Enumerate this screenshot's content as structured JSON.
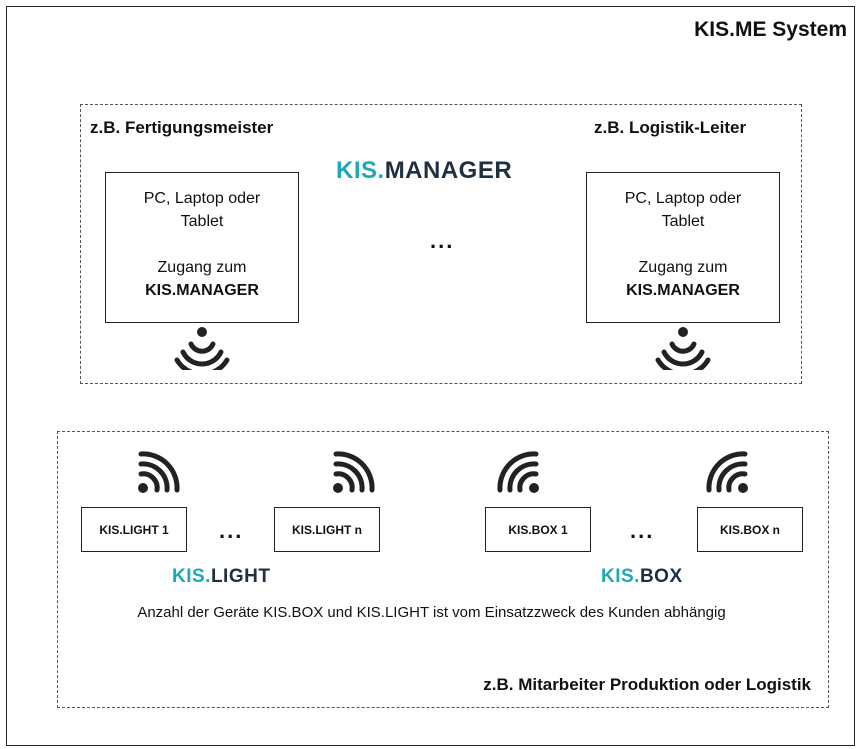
{
  "system_title": "KIS.ME System",
  "manager_group": {
    "label_left": "z.B. Fertigungsmeister",
    "label_right": "z.B. Logistik-Leiter",
    "brand_prefix": "KIS.",
    "brand_suffix": "MANAGER",
    "ellipsis": "...",
    "boxes": [
      {
        "line1": "PC, Laptop oder",
        "line2": "Tablet",
        "line3": "Zugang zum",
        "line4": "KIS.MANAGER"
      },
      {
        "line1": "PC, Laptop oder",
        "line2": "Tablet",
        "line3": "Zugang zum",
        "line4": "KIS.MANAGER"
      }
    ]
  },
  "device_group": {
    "devices": [
      "KIS.LIGHT 1",
      "KIS.LIGHT n",
      "KIS.BOX 1",
      "KIS.BOX n"
    ],
    "ellipsis": "...",
    "light_brand_prefix": "KIS.",
    "light_brand_suffix": "LIGHT",
    "box_brand_prefix": "KIS.",
    "box_brand_suffix": "BOX",
    "note": "Anzahl der Geräte KIS.BOX und KIS.LIGHT ist vom Einsatzzweck des Kunden abhängig",
    "footer_label": "z.B. Mitarbeiter Produktion oder Logistik"
  }
}
